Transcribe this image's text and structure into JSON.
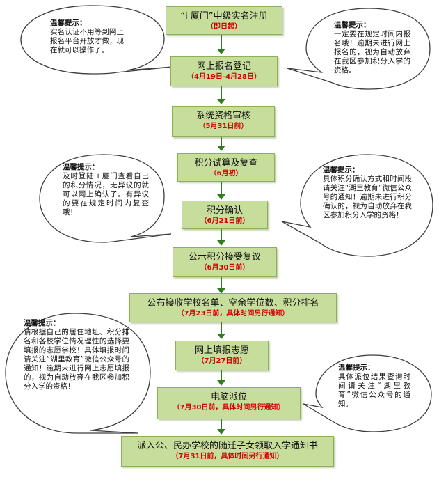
{
  "steps": [
    {
      "title": "“i 厦门”中级实名注册",
      "date": "（即日起）"
    },
    {
      "title": "网上报名登记",
      "date": "（4月19日-4月28日）"
    },
    {
      "title": "系统资格审核",
      "date": "（5月31日前）"
    },
    {
      "title": "积分试算及复查",
      "date": "（6月初）"
    },
    {
      "title": "积分确认",
      "date": "（6月21日前）"
    },
    {
      "title": "公示积分接受复议",
      "date": "（6月30日前）"
    },
    {
      "title": "公布接收学校名单、空余学位数、积分排名",
      "date": "（7月23日前，具体时间另行通知）"
    },
    {
      "title": "网上填报志愿",
      "date": "（7月27日前）"
    },
    {
      "title": "电脑派位",
      "date": "（7月30日前，具体时间另行通知）"
    },
    {
      "title": "派入公、民办学校的随迁子女领取入学通知书",
      "date": "（7月31日前，具体时间另行通知）"
    }
  ],
  "tips": [
    {
      "title": "温馨提示：",
      "body": "实名认证不用等到网上报名平台开放才做，现在就可以操作了。"
    },
    {
      "title": "温馨提示：",
      "body": "一定要在规定时间内报名哦！逾期未进行网上报名的，视为自动放弃在我区参加积分入学的资格。"
    },
    {
      "title": "温馨提示：",
      "body": "及时登陆 i 厦门查看自己的积分情况，无异议的就可以网上确认了。有异议的要在规定时间内复查哦！"
    },
    {
      "title": "温馨提示：",
      "body": "具体积分确认方式和时间段请关注“湖里教育”微信公众号的通知！逾期未进行积分确认的，视为自动放弃在我区参加积分入学的资格！"
    },
    {
      "title": "温馨提示：",
      "body": "请根据自己的居住地址、积分排名和各校学位情况理性的选择要填报的志愿学校！具体填报时间请关注“湖里教育”微信公众号的通知！逾期未进行网上志愿填报的，视为自动放弃在我区参加积分入学的资格！"
    },
    {
      "title": "温馨提示：",
      "body": "具体派位结果查询时间请关注“湖里教育”微信公众号的通知。"
    }
  ]
}
